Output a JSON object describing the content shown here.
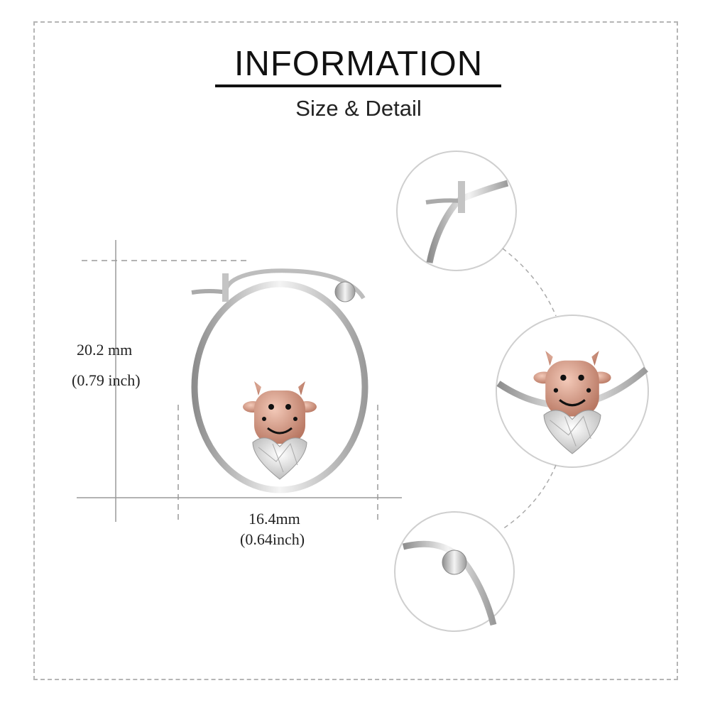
{
  "header": {
    "title": "INFORMATION",
    "subtitle": "Size & Detail"
  },
  "dimensions": {
    "height_mm": "20.2 mm",
    "height_inch": "(0.79 inch)",
    "width_mm": "16.4mm",
    "width_inch": "(0.64inch)"
  },
  "colors": {
    "silver": "#c9c9c9",
    "rose_gold": "#d9a08c",
    "guide": "#9a9a9a"
  }
}
